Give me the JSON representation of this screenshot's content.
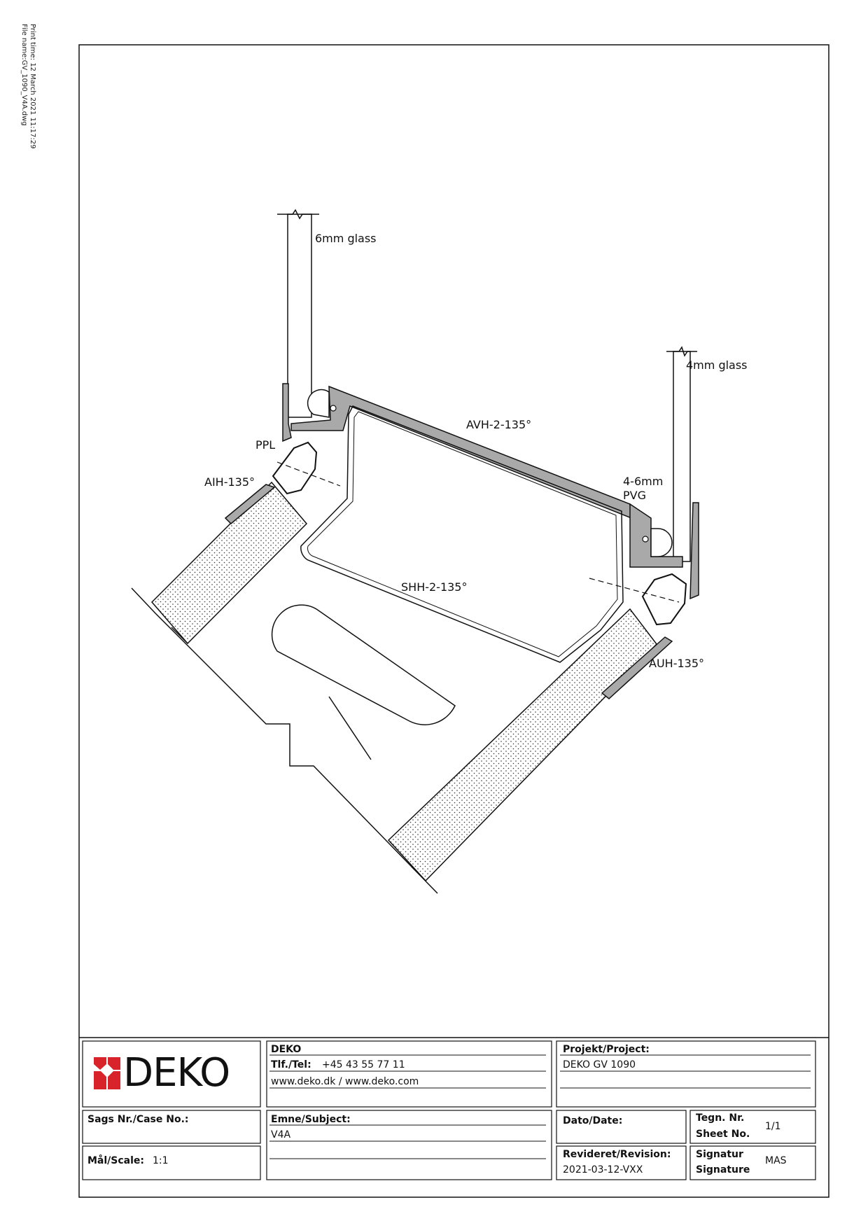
{
  "print_meta": {
    "print_time": "Print time: 12 March 2021 11:17:29",
    "file_name": "File name:GV_1090_V4A.dwg"
  },
  "labels": {
    "glass_6mm": "6mm glass",
    "glass_4mm": "4mm glass",
    "avh": "AVH-2-135°",
    "ppl": "PPL",
    "aih": "AIH-135°",
    "pvg_size": "4-6mm",
    "pvg": "PVG",
    "shh": "SHH-2-135°",
    "auh": "AUH-135°"
  },
  "title_block": {
    "logo_text": "DEKO",
    "company": "DEKO",
    "tel_label": "Tlf./Tel:",
    "tel_value": "+45 43 55 77 11",
    "web": "www.deko.dk / www.deko.com",
    "project_label": "Projekt/Project:",
    "project_value": "DEKO GV 1090",
    "case_label": "Sags Nr./Case No.:",
    "subject_label": "Emne/Subject:",
    "subject_value": "V4A",
    "date_label": "Dato/Date:",
    "sheet_label_1": "Tegn. Nr.",
    "sheet_label_2": "Sheet No.",
    "sheet_value": "1/1",
    "scale_label": "Mål/Scale:",
    "scale_value": "1:1",
    "revision_label": "Revideret/Revision:",
    "revision_value": "2021-03-12-VXX",
    "signature_label_1": "Signatur",
    "signature_label_2": "Signature",
    "signature_value": "MAS"
  },
  "colors": {
    "line": "#111111",
    "profile_fill": "#a9a9a9",
    "logo_red": "#d8232a"
  }
}
